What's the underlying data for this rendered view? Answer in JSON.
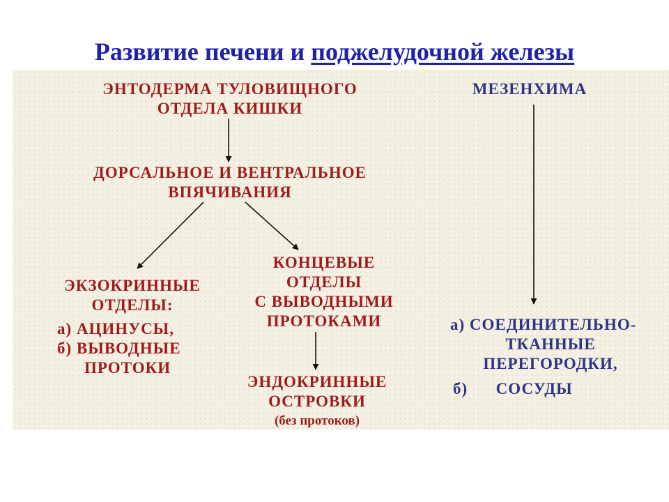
{
  "title": {
    "part1": "Развитие печени и ",
    "part2": "поджелудочной железы"
  },
  "nodes": {
    "endoderm": {
      "line1": "ЭНТОДЕРМА ТУЛОВИЩНОГО",
      "line2": "ОТДЕЛА КИШКИ"
    },
    "invaginations": {
      "line1": "ДОРСАЛЬНОЕ И ВЕНТРАЛЬНОЕ",
      "line2": "ВПЯЧИВАНИЯ"
    },
    "exocrine": {
      "line1": "ЭКЗОКРИННЫЕ",
      "line2": "ОТДЕЛЫ:",
      "item_a": "а)  АЦИНУСЫ,",
      "item_b1": "б)  ВЫВОДНЫЕ",
      "item_b2": "ПРОТОКИ"
    },
    "terminal": {
      "line1": "КОНЦЕВЫЕ",
      "line2": "ОТДЕЛЫ",
      "line3": "С ВЫВОДНЫМИ",
      "line4": "ПРОТОКАМИ"
    },
    "endocrine": {
      "line1": "ЭНДОКРИННЫЕ",
      "line2": "ОСТРОВКИ",
      "line3": "(без протоков)"
    },
    "mesenchyme": {
      "label": "МЕЗЕНХИМА"
    },
    "mesenchyme_derivatives": {
      "item_a1": "а)  СОЕДИНИТЕЛЬНО-",
      "item_a2": "ТКАННЫЕ",
      "item_a3": "ПЕРЕГОРОДКИ,",
      "item_b": "б)      СОСУДЫ"
    }
  },
  "colors": {
    "title": "#1f22a8",
    "red_text": "#9e1b1b",
    "blue_text": "#2f3385",
    "panel_bg": "#f4f1e4",
    "arrow": "#111111"
  }
}
